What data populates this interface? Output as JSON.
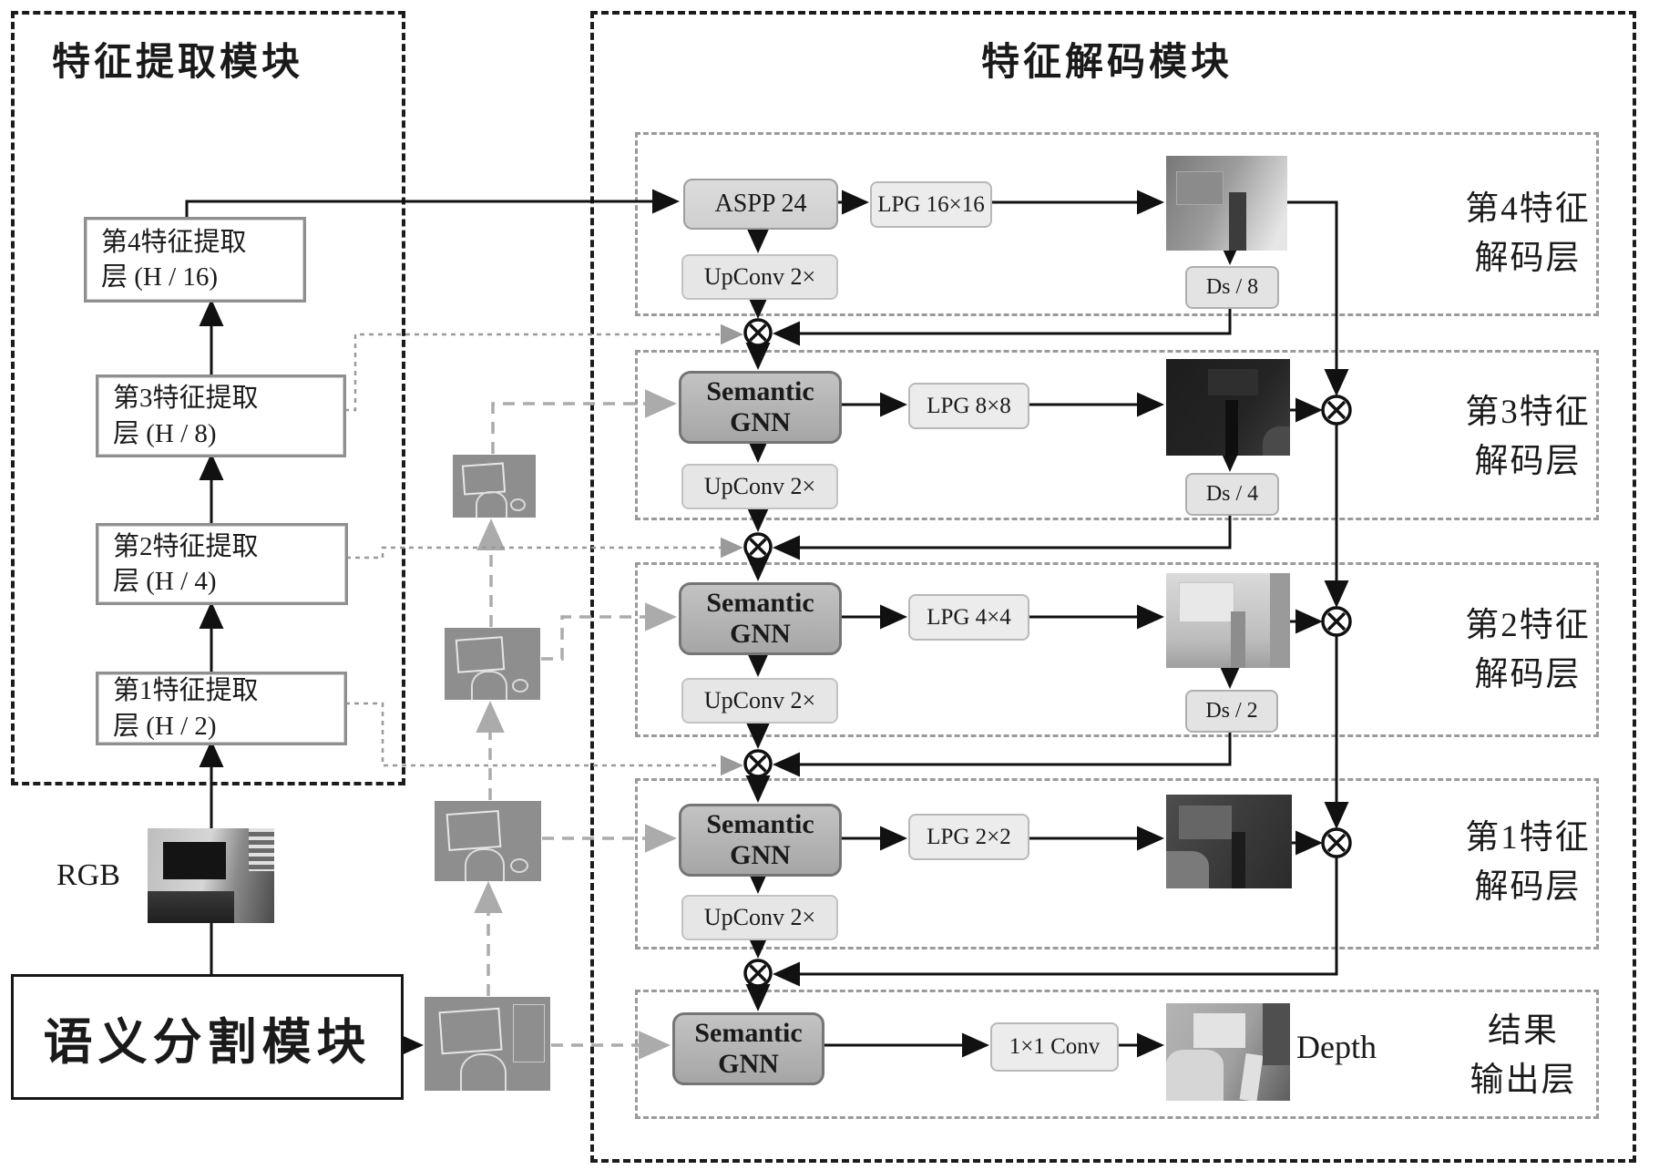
{
  "extraction_module": {
    "title": "特征提取模块",
    "layers": [
      {
        "line1": "第4特征提取",
        "line2": "层 (H / 16)"
      },
      {
        "line1": "第3特征提取",
        "line2": "层 (H / 8)"
      },
      {
        "line1": "第2特征提取",
        "line2": "层 (H / 4)"
      },
      {
        "line1": "第1特征提取",
        "line2": "层 (H / 2)"
      }
    ],
    "rgb_label": "RGB"
  },
  "segmentation_module": {
    "label": "语义分割模块"
  },
  "decoding_module": {
    "title": "特征解码模块",
    "layers": [
      {
        "main_block": "ASPP 24",
        "lpg_block": "LPG 16×16",
        "upconv_block": "UpConv 2×",
        "ds_block": "Ds / 8",
        "label_line1": "第4特征",
        "label_line2": "解码层"
      },
      {
        "main_block": "Semantic GNN",
        "lpg_block": "LPG 8×8",
        "upconv_block": "UpConv 2×",
        "ds_block": "Ds / 4",
        "label_line1": "第3特征",
        "label_line2": "解码层"
      },
      {
        "main_block": "Semantic GNN",
        "lpg_block": "LPG 4×4",
        "upconv_block": "UpConv 2×",
        "ds_block": "Ds / 2",
        "label_line1": "第2特征",
        "label_line2": "解码层"
      },
      {
        "main_block": "Semantic GNN",
        "lpg_block": "LPG 2×2",
        "upconv_block": "UpConv 2×",
        "label_line1": "第1特征",
        "label_line2": "解码层"
      },
      {
        "main_block": "Semantic GNN",
        "conv_block": "1×1 Conv",
        "output_label": "Depth",
        "label_line1": "结果",
        "label_line2": "输出层"
      }
    ]
  },
  "images": {
    "rgb_photo": "indoor-scene-photo",
    "segmentation_maps": "semantic-edge-map",
    "depth_maps": "predicted-depth-map"
  },
  "colors": {
    "frame_dark": "#1c1c1c",
    "frame_gray": "#9a9a9a",
    "gnn_fill": "#b3b3b3",
    "block_fill": "#e6e6e6",
    "wire_black": "#111111",
    "wire_gray_dashed": "#ababab",
    "wire_gray_dotted": "#9a9a9a"
  }
}
